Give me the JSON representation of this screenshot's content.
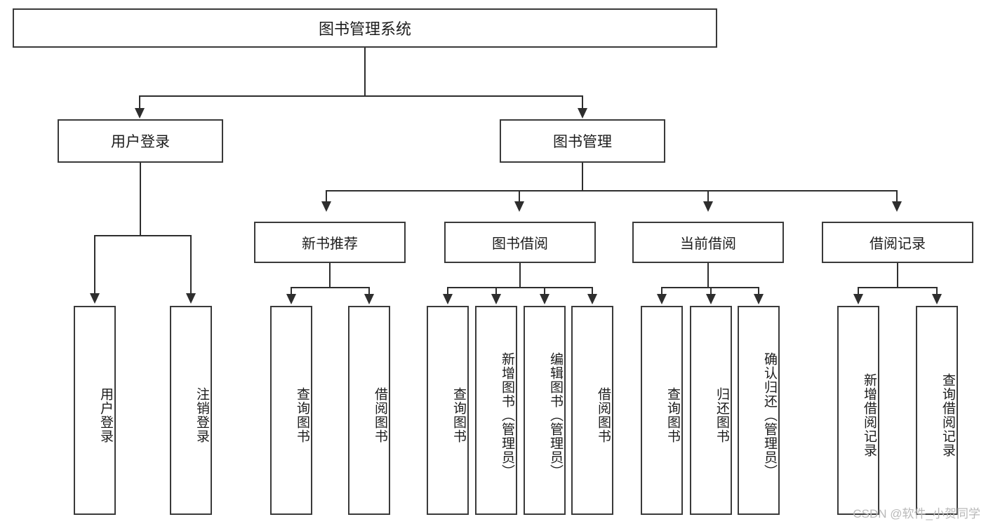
{
  "diagram": {
    "title": "图书管理系统",
    "watermark": "CSDN @软件_小贺同学",
    "colors": {
      "box_border": "#3a3a3a",
      "connector": "#2e2e2e",
      "background": "#ffffff",
      "text": "#1c1c1c",
      "watermark": "#b9b9b9"
    },
    "root": {
      "label": "图书管理系统"
    },
    "level2": [
      {
        "label": "用户登录"
      },
      {
        "label": "图书管理"
      }
    ],
    "level3": [
      {
        "label": "新书推荐"
      },
      {
        "label": "图书借阅"
      },
      {
        "label": "当前借阅"
      },
      {
        "label": "借阅记录"
      }
    ],
    "leaves": {
      "user_login": [
        {
          "label": "用户登录"
        },
        {
          "label": "注销登录"
        }
      ],
      "new_book_recommend": [
        {
          "label": "查询图书"
        },
        {
          "label": "借阅图书"
        }
      ],
      "book_borrow": [
        {
          "label": "查询图书"
        },
        {
          "label": "新增图书（管理员）"
        },
        {
          "label": "编辑图书（管理员）"
        },
        {
          "label": "借阅图书"
        }
      ],
      "current_borrow": [
        {
          "label": "查询图书"
        },
        {
          "label": "归还图书"
        },
        {
          "label": "确认归还（管理员）"
        }
      ],
      "borrow_record": [
        {
          "label": "新增借阅记录"
        },
        {
          "label": "查询借阅记录"
        }
      ]
    }
  }
}
